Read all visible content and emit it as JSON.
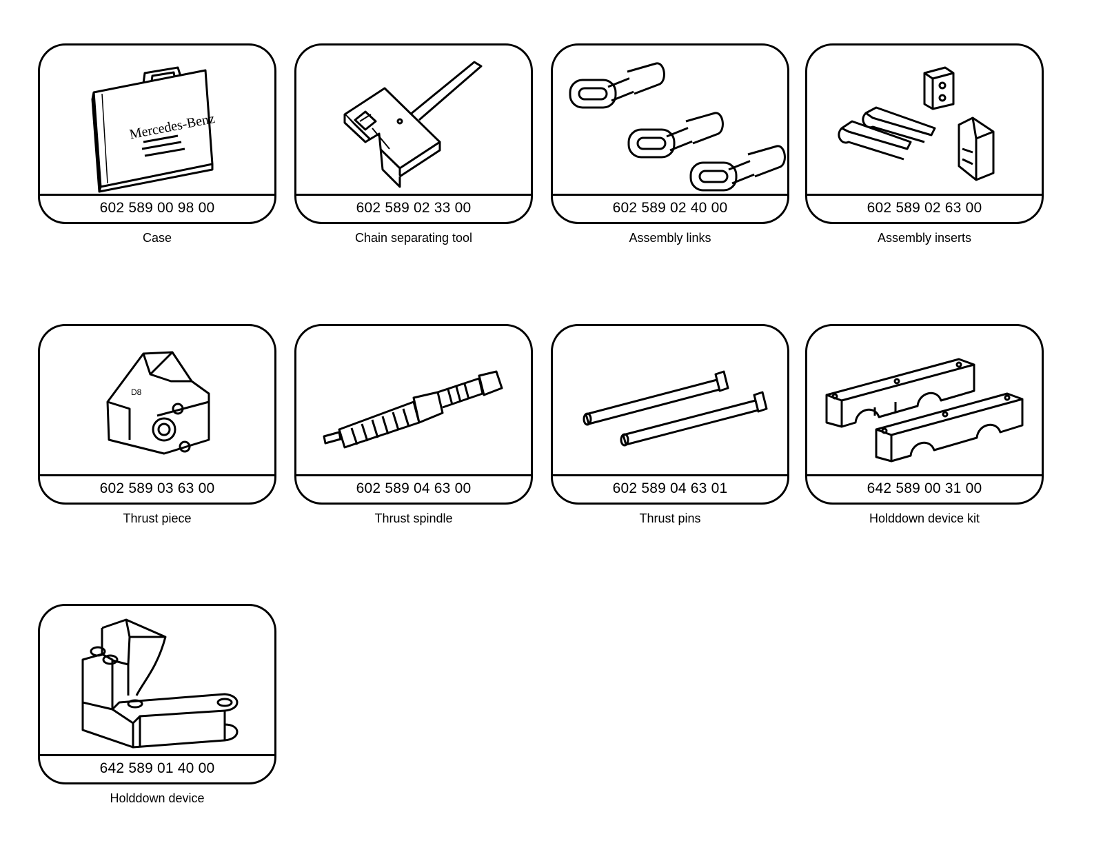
{
  "tools": [
    {
      "part_number": "602 589 00 98 00",
      "caption": "Case",
      "icon": "case-icon",
      "case_brand": "Mercedes-Benz"
    },
    {
      "part_number": "602 589 02 33 00",
      "caption": "Chain separating tool",
      "icon": "chain-separating-tool-icon"
    },
    {
      "part_number": "602 589 02 40 00",
      "caption": "Assembly links",
      "icon": "assembly-links-icon"
    },
    {
      "part_number": "602 589 02 63 00",
      "caption": "Assembly inserts",
      "icon": "assembly-inserts-icon"
    },
    {
      "part_number": "602 589 03 63 00",
      "caption": "Thrust piece",
      "icon": "thrust-piece-icon"
    },
    {
      "part_number": "602 589 04 63 00",
      "caption": "Thrust spindle",
      "icon": "thrust-spindle-icon"
    },
    {
      "part_number": "602 589 04 63 01",
      "caption": "Thrust pins",
      "icon": "thrust-pins-icon"
    },
    {
      "part_number": "642 589 00 31 00",
      "caption": "Holddown device kit",
      "icon": "holddown-device-kit-icon"
    },
    {
      "part_number": "642 589 01 40 00",
      "caption": "Holddown device",
      "icon": "holddown-device-icon"
    }
  ]
}
